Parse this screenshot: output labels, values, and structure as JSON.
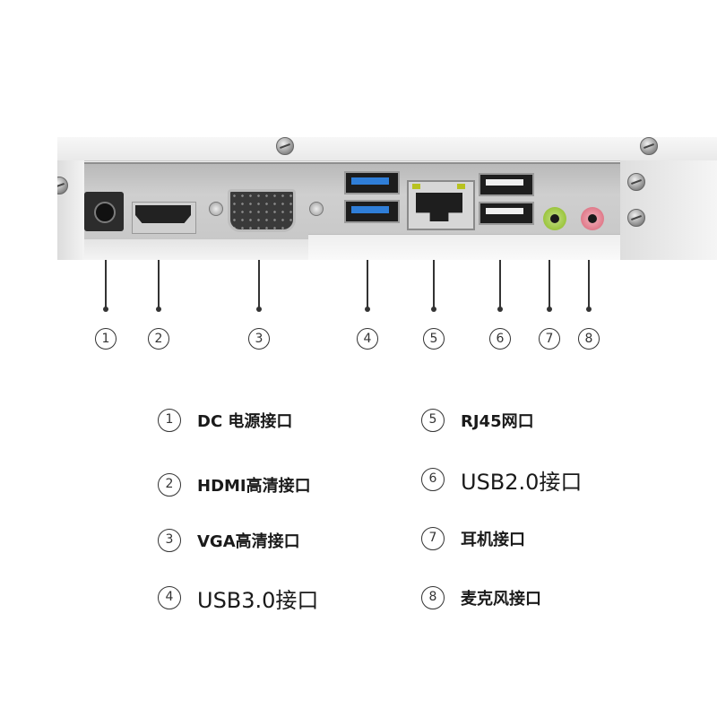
{
  "markers": [
    "1",
    "2",
    "3",
    "4",
    "5",
    "6",
    "7",
    "8"
  ],
  "legend": [
    {
      "num": "1",
      "text": "DC 电源接口"
    },
    {
      "num": "2",
      "text": "HDMI高清接口"
    },
    {
      "num": "3",
      "text": "VGA高清接口"
    },
    {
      "num": "4",
      "text": "USB3.0接口"
    },
    {
      "num": "5",
      "text": "RJ45网口"
    },
    {
      "num": "6",
      "text": "USB2.0接口"
    },
    {
      "num": "7",
      "text": "耳机接口"
    },
    {
      "num": "8",
      "text": "麦克风接口"
    }
  ],
  "colors": {
    "usb3_accent": "#2f7ed8",
    "headphone_jack": "#9bc53d",
    "mic_jack": "#e07a8a",
    "line": "#333333"
  }
}
